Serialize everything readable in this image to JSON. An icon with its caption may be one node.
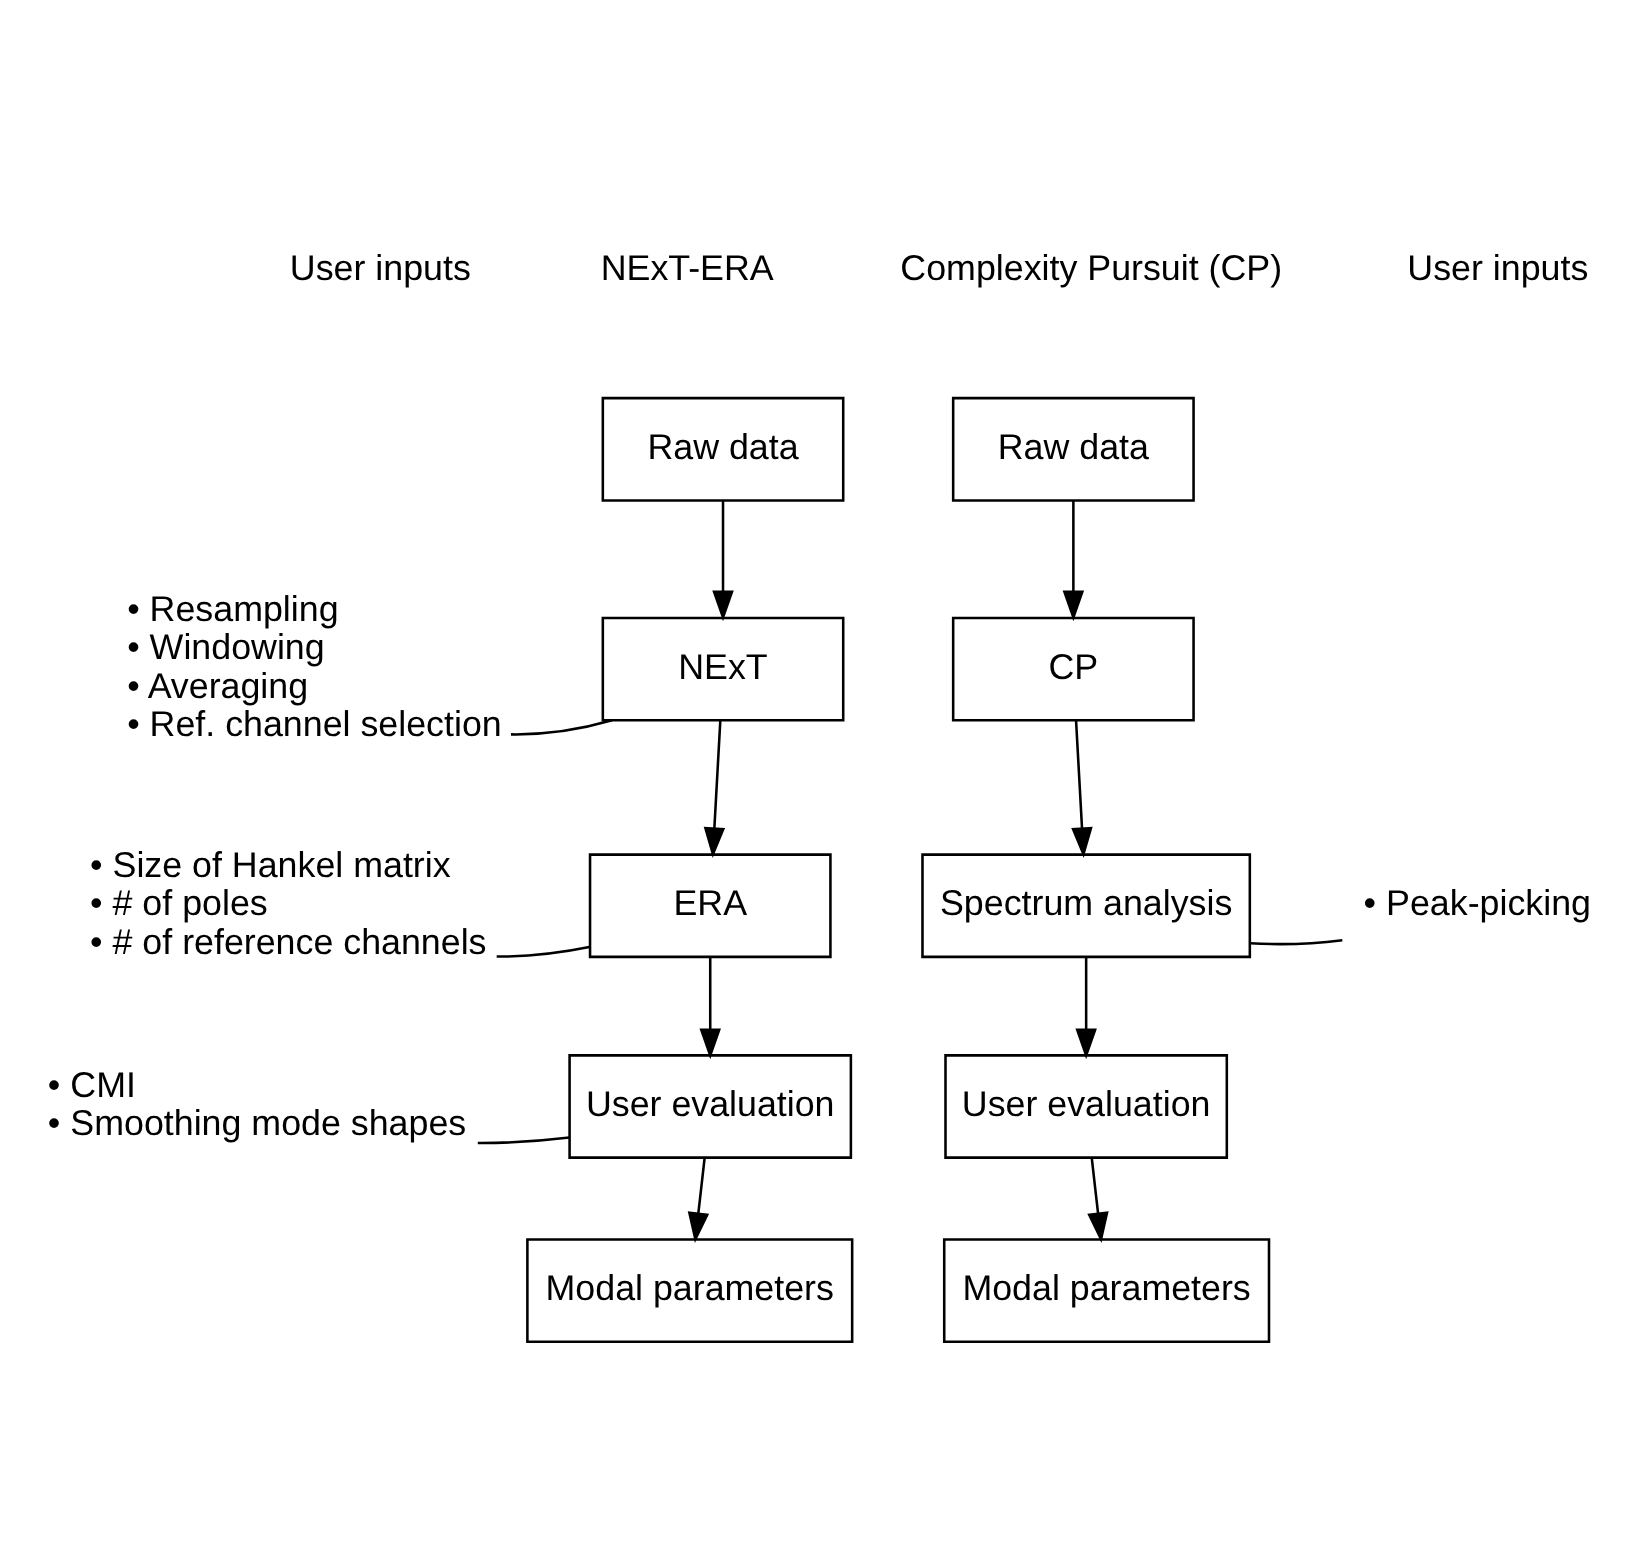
{
  "diagram": {
    "nodes": [
      {
        "text": [
          "Raw data"
        ]
      },
      {
        "text": [
          "NExT"
        ]
      },
      {
        "text": [
          "ERA"
        ]
      },
      {
        "text": [
          "User evaluation"
        ]
      },
      {
        "text": [
          "Modal parameters"
        ]
      },
      {
        "text": [
          "Raw data"
        ]
      },
      {
        "text": [
          "CP"
        ]
      },
      {
        "text": [
          "Spectrum analysis"
        ]
      },
      {
        "text": [
          "User evaluation"
        ]
      },
      {
        "text": [
          "Modal parameters"
        ]
      },
      {
        "text": [
          "• Resampling",
          "• Windowing",
          "• Averaging",
          "• Ref. channel selection"
        ]
      },
      {
        "text": [
          "• Size of Hankel matrix",
          "• # of poles",
          "• # of reference channels"
        ]
      },
      {
        "text": [
          "• CMI",
          "• Smoothing mode shapes"
        ]
      },
      {
        "text": [
          "• Peak-picking"
        ]
      }
    ],
    "edges": [
      {
        "from": 0,
        "to": 1,
        "arrow": "to"
      },
      {
        "from": 1,
        "to": 2,
        "arrow": "to"
      },
      {
        "from": 2,
        "to": 3,
        "arrow": "to"
      },
      {
        "from": 3,
        "to": 4,
        "arrow": "to"
      },
      {
        "from": 5,
        "to": 6,
        "arrow": "to"
      },
      {
        "from": 6,
        "to": 7,
        "arrow": "to"
      },
      {
        "from": 7,
        "to": 8,
        "arrow": "to"
      },
      {
        "from": 8,
        "to": 9,
        "arrow": "to"
      },
      {
        "from": 10,
        "to": 1,
        "arrow": "none"
      },
      {
        "from": 11,
        "to": 2,
        "arrow": "none"
      },
      {
        "from": 12,
        "to": 3,
        "arrow": "none"
      },
      {
        "from": 7,
        "to": 13,
        "arrow": "none"
      }
    ],
    "labels": [
      "NExT-ERA",
      "Complexity Pursuit (CP)",
      "User inputs",
      "User inputs"
    ]
  }
}
